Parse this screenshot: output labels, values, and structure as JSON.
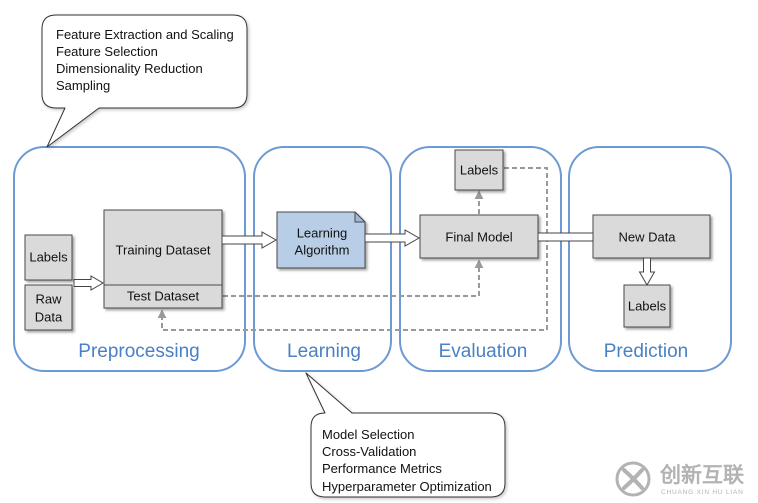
{
  "callouts": {
    "preprocessing_notes": [
      "Feature Extraction and Scaling",
      "Feature Selection",
      "Dimensionality Reduction",
      "Sampling"
    ],
    "learning_notes": [
      "Model Selection",
      "Cross-Validation",
      "Performance Metrics",
      "Hyperparameter Optimization"
    ]
  },
  "stages": {
    "preprocessing": "Preprocessing",
    "learning": "Learning",
    "evaluation": "Evaluation",
    "prediction": "Prediction"
  },
  "nodes": {
    "labels_input": "Labels",
    "raw_data": [
      "Raw",
      "Data"
    ],
    "training_dataset": "Training Dataset",
    "test_dataset": "Test Dataset",
    "learning_algorithm": [
      "Learning",
      "Algorithm"
    ],
    "final_model": "Final Model",
    "labels_evaluation": "Labels",
    "new_data": "New Data",
    "labels_prediction": "Labels"
  },
  "colors": {
    "stage_border": "#6d9ad3",
    "stage_label": "#4a80c4",
    "box_fill": "#dadada",
    "box_stroke": "#4a4a4a",
    "algorithm_fill": "#b8cde6",
    "algorithm_fold": "#9fb8d8",
    "dashed_connector": "#9a9a9a",
    "watermark": "#b3b3b3"
  },
  "watermark": {
    "logo_icon": "circle-x-logo-icon",
    "name": "创新互联",
    "romanized": "CHUANG XIN HU LIAN"
  }
}
